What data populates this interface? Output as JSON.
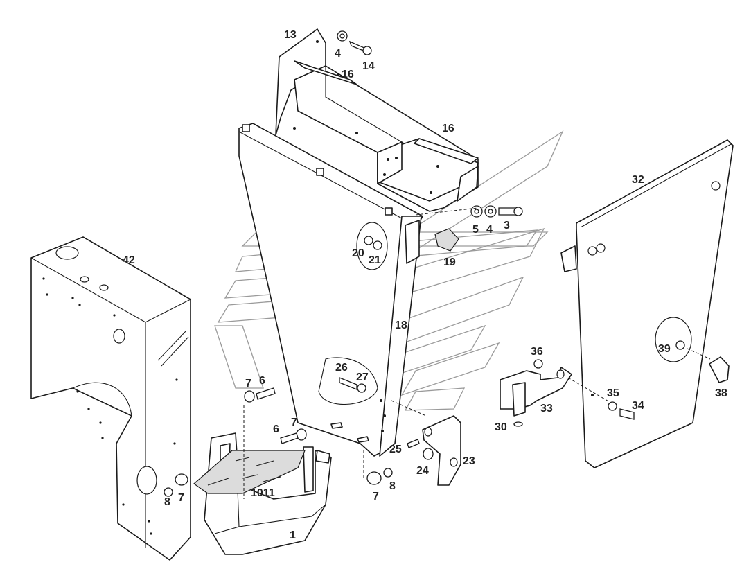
{
  "callouts": [
    {
      "id": "c13a",
      "text": "13"
    },
    {
      "id": "c4a",
      "text": "4"
    },
    {
      "id": "c14",
      "text": "14"
    },
    {
      "id": "c16a",
      "text": "16"
    },
    {
      "id": "c16b",
      "text": "16"
    },
    {
      "id": "c32",
      "text": "32"
    },
    {
      "id": "c5",
      "text": "5"
    },
    {
      "id": "c4b",
      "text": "4"
    },
    {
      "id": "c3",
      "text": "3"
    },
    {
      "id": "c20",
      "text": "20"
    },
    {
      "id": "c21",
      "text": "21"
    },
    {
      "id": "c19",
      "text": "19"
    },
    {
      "id": "c42",
      "text": "42"
    },
    {
      "id": "c18",
      "text": "18"
    },
    {
      "id": "c36",
      "text": "36"
    },
    {
      "id": "c39",
      "text": "39"
    },
    {
      "id": "c26",
      "text": "26"
    },
    {
      "id": "c27",
      "text": "27"
    },
    {
      "id": "c7a",
      "text": "7"
    },
    {
      "id": "c6a",
      "text": "6"
    },
    {
      "id": "c33",
      "text": "33"
    },
    {
      "id": "c35",
      "text": "35"
    },
    {
      "id": "c34",
      "text": "34"
    },
    {
      "id": "c38",
      "text": "38"
    },
    {
      "id": "c6b",
      "text": "6"
    },
    {
      "id": "c7b",
      "text": "7"
    },
    {
      "id": "c30",
      "text": "30"
    },
    {
      "id": "c25",
      "text": "25"
    },
    {
      "id": "c23",
      "text": "23"
    },
    {
      "id": "c24",
      "text": "24"
    },
    {
      "id": "c8a",
      "text": "8"
    },
    {
      "id": "c7c",
      "text": "7"
    },
    {
      "id": "c1011",
      "text": "1011"
    },
    {
      "id": "c7d",
      "text": "7"
    },
    {
      "id": "c8b",
      "text": "8"
    },
    {
      "id": "c1",
      "text": "1"
    }
  ]
}
